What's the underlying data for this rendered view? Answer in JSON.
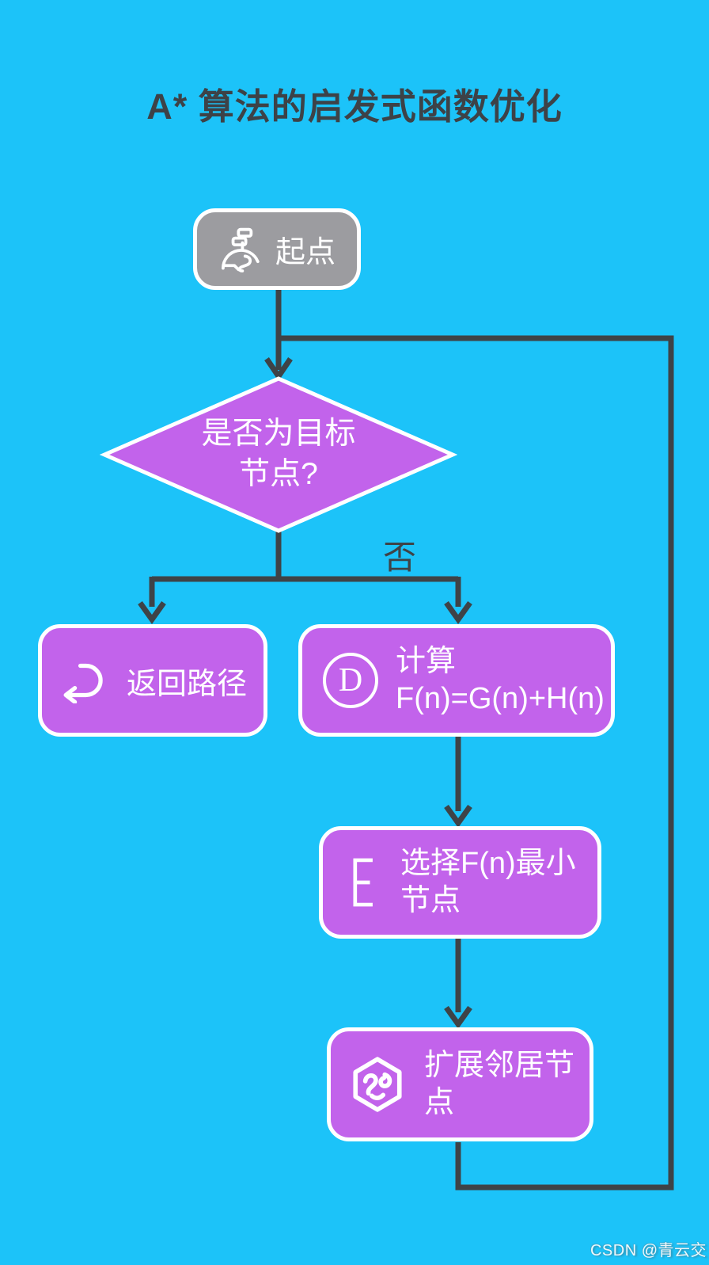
{
  "page": {
    "title": "A* 算法的启发式函数优化",
    "watermark": "CSDN @青云交"
  },
  "colors": {
    "background": "#1cc3f9",
    "node_purple": "#c263eb",
    "node_gray": "#9c9ca0",
    "connector": "#3e4347",
    "node_text": "#ffffff",
    "title_text": "#3d4247"
  },
  "flow": {
    "no_branch_label": "否",
    "start": {
      "label": "起点",
      "icon": "signpost-globe-icon"
    },
    "decision": {
      "line1": "是否为目标",
      "line2": "节点?"
    },
    "return_path": {
      "label": "返回路径",
      "icon": "return-arrow-icon"
    },
    "compute": {
      "line1": "计算",
      "line2": "F(n)=G(n)+H(n)",
      "icon": "circled-d-icon",
      "icon_letter": "D"
    },
    "select_min": {
      "line1": "选择F(n)最小",
      "line2": "节点",
      "icon": "letter-e-icon"
    },
    "expand": {
      "line1": "扩展邻居节",
      "line2": "点",
      "icon": "hexagon-scribble-icon"
    }
  }
}
